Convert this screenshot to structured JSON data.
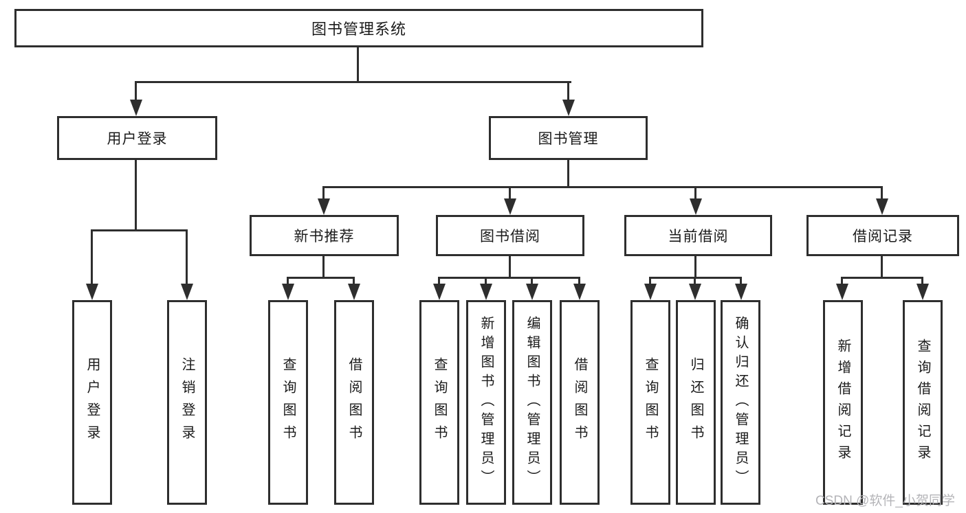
{
  "colors": {
    "line": "#2e2e2e",
    "text": "#1b1b1b",
    "background": "#ffffff",
    "watermark_color": "#b4b4b8"
  },
  "watermark": "CSDN @软件_小贺同学",
  "tree": {
    "root": "图书管理系统",
    "branches": [
      {
        "label": "用户登录",
        "children": [
          "用户登录",
          "注销登录"
        ]
      },
      {
        "label": "图书管理",
        "groups": [
          {
            "label": "新书推荐",
            "children": [
              "查询图书",
              "借阅图书"
            ]
          },
          {
            "label": "图书借阅",
            "children": [
              "查询图书",
              "新增图书（管理员）",
              "编辑图书（管理员）",
              "借阅图书"
            ]
          },
          {
            "label": "当前借阅",
            "children": [
              "查询图书",
              "归还图书",
              "确认归还（管理员）"
            ]
          },
          {
            "label": "借阅记录",
            "children": [
              "新增借阅记录",
              "查询借阅记录"
            ]
          }
        ]
      }
    ]
  }
}
